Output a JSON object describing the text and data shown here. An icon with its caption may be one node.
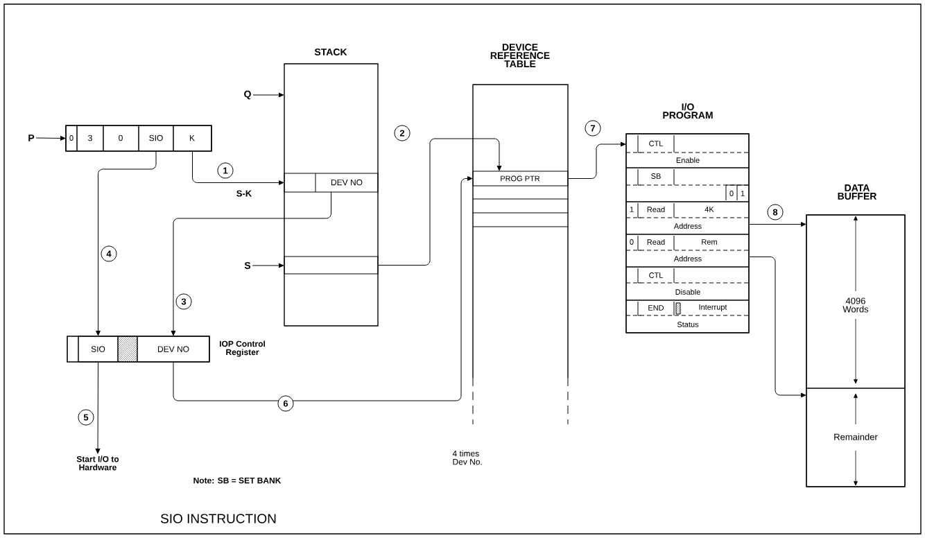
{
  "diagram": {
    "caption": "SIO INSTRUCTION",
    "nodes": [
      {
        "text": [
          "P"
        ]
      },
      {
        "text": [],
        "shape": "box"
      },
      {
        "text": [
          "0"
        ],
        "in": 1
      },
      {
        "text": [
          "3"
        ],
        "in": 1
      },
      {
        "text": [
          "0"
        ],
        "in": 1
      },
      {
        "text": [
          "SIO"
        ],
        "in": 1
      },
      {
        "text": [
          "K"
        ],
        "in": 1
      },
      {
        "text": [
          "Q"
        ]
      },
      {
        "text": [
          "STACK"
        ]
      },
      {
        "text": [
          "DEV NO"
        ],
        "in": 8
      },
      {
        "text": [
          "S"
        ]
      },
      {
        "text": [],
        "shape": "box",
        "in": 8
      },
      {
        "text": [
          "DEVICE REFERENCE TABLE"
        ]
      },
      {
        "text": [
          "PROG PTR"
        ],
        "in": 12
      },
      {
        "text": [],
        "shape": "box",
        "beside": [
          "IOP Control Register"
        ]
      },
      {
        "text": [
          "SIO"
        ],
        "in": 14
      },
      {
        "text": [
          "DEV NO"
        ],
        "in": 14
      },
      {
        "text": [
          "Start I/O to Hardware"
        ]
      },
      {
        "text": [
          "I/O PROGRAM"
        ]
      },
      {
        "text": [
          "CTL",
          "Enable"
        ],
        "in": 18
      },
      {
        "text": [
          "SB",
          "0",
          "1"
        ],
        "in": 18
      },
      {
        "text": [
          "1",
          "Read",
          "4K",
          "Address"
        ],
        "in": 18
      },
      {
        "text": [
          "0",
          "Read",
          "Rem",
          "Address"
        ],
        "in": 18
      },
      {
        "text": [
          "CTL",
          "Disable"
        ],
        "in": 18
      },
      {
        "text": [
          "END",
          "Interrupt",
          "Status"
        ],
        "in": 18
      },
      {
        "text": [
          "DATA BUFFER"
        ]
      },
      {
        "text": [
          "4096 Words"
        ],
        "in": 25
      },
      {
        "text": [
          "Remainder"
        ],
        "in": 25
      }
    ],
    "edges": [
      {
        "from": 0,
        "to": 1,
        "arrow": "to"
      },
      {
        "from": 7,
        "to": 8,
        "arrow": "to"
      },
      {
        "from": 6,
        "to": 9,
        "arrow": "to",
        "label": "1"
      },
      {
        "from": 11,
        "to": 13,
        "arrow": "to",
        "label": "2"
      },
      {
        "from": 9,
        "to": 16,
        "arrow": "to",
        "label": "3"
      },
      {
        "from": 5,
        "to": 15,
        "arrow": "to",
        "label": "4"
      },
      {
        "from": 15,
        "to": 17,
        "arrow": "to",
        "label": "5"
      },
      {
        "from": 16,
        "to": 13,
        "arrow": "to",
        "label": "6"
      },
      {
        "from": 13,
        "to": 19,
        "arrow": "to",
        "label": "7"
      },
      {
        "from": 21,
        "to": 26,
        "arrow": "to",
        "label": "8"
      },
      {
        "from": 22,
        "to": 27,
        "arrow": "to"
      },
      {
        "from": 10,
        "to": 11,
        "arrow": "to"
      }
    ],
    "labels": [
      "S-K",
      "4 times Dev No.",
      "Note: SB = SET BANK"
    ]
  }
}
